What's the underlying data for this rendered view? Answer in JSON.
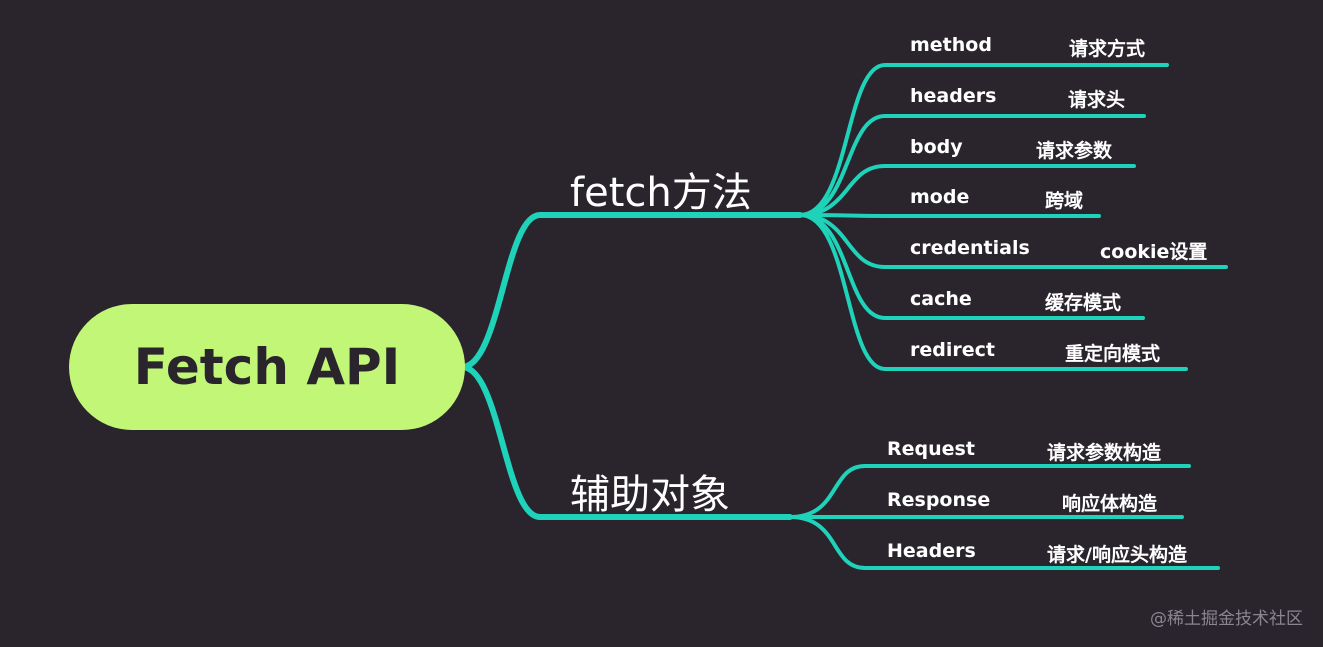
{
  "colors": {
    "background": "#2a252d",
    "root_fill": "#c2f676",
    "link": "#1ed3b9",
    "text": "#ffffff"
  },
  "root": {
    "label": "Fetch API"
  },
  "branches": [
    {
      "label": "fetch方法",
      "children": [
        {
          "key": "method",
          "value": "请求方式"
        },
        {
          "key": "headers",
          "value": "请求头"
        },
        {
          "key": "body",
          "value": "请求参数"
        },
        {
          "key": "mode",
          "value": "跨域"
        },
        {
          "key": "credentials",
          "value": "cookie设置"
        },
        {
          "key": "cache",
          "value": "缓存模式"
        },
        {
          "key": "redirect",
          "value": "重定向模式"
        }
      ]
    },
    {
      "label": "辅助对象",
      "children": [
        {
          "key": "Request",
          "value": "请求参数构造"
        },
        {
          "key": "Response",
          "value": "响应体构造"
        },
        {
          "key": "Headers",
          "value": "请求/响应头构造"
        }
      ]
    }
  ],
  "watermark": "@稀土掘金技术社区"
}
